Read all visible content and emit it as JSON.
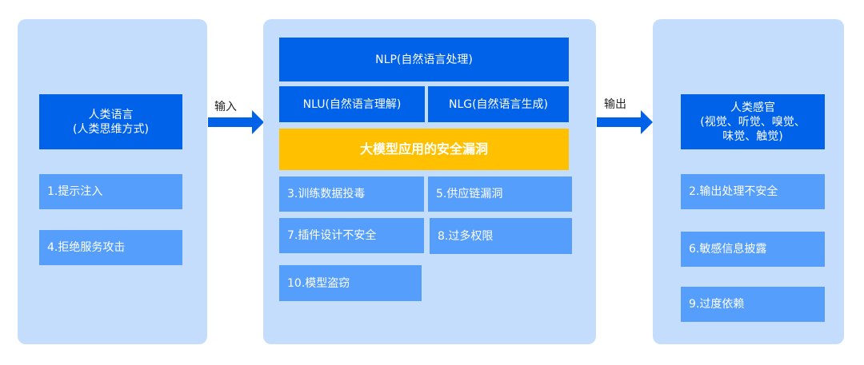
{
  "left": {
    "title": "人类语言",
    "subtitle": "(人类思维方式)",
    "items": [
      "1.提示注入",
      "4.拒绝服务攻击"
    ]
  },
  "input_label": "输入",
  "middle": {
    "nlp": "NLP(自然语言处理)",
    "nlu": "NLU(自然语言理解)",
    "nlg": "NLG(自然语言生成)",
    "vuln_title": "大模型应用的安全漏洞",
    "items": [
      "3.训练数据投毒",
      "5.供应链漏洞",
      "7.插件设计不安全",
      "8.过多权限",
      "10.模型盗窃"
    ]
  },
  "output_label": "输出",
  "right": {
    "title": "人类感官",
    "subtitle": "(视觉、听觉、嗅觉、",
    "subtitle2": "味觉、触觉)",
    "items": [
      "2.输出处理不安全",
      "6.敏感信息披露",
      "9.过度依赖"
    ]
  },
  "colors": {
    "panel": "#c5ddfd",
    "dark_blue": "#0062e9",
    "light_blue": "#569efb",
    "yellow": "#ffc000"
  }
}
